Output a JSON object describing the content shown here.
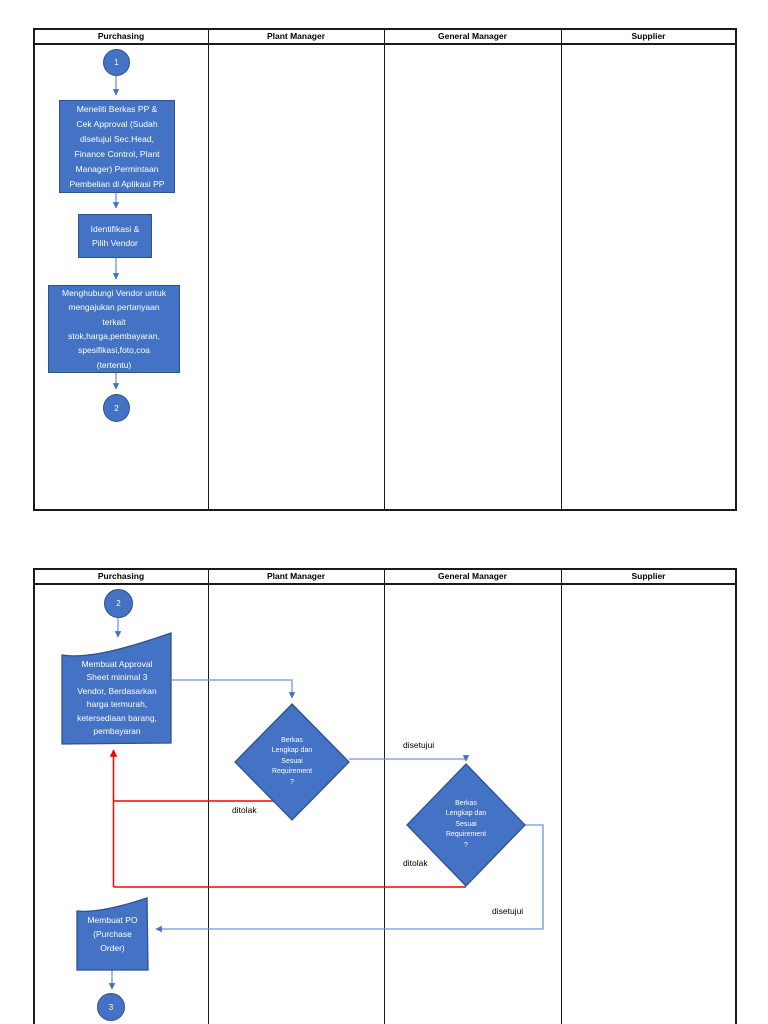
{
  "lanes": [
    "Purchasing",
    "Plant Manager",
    "General Manager",
    "Supplier"
  ],
  "colors": {
    "shape_fill": "#4472C4",
    "shape_border": "#2F528F",
    "connector_blue": "#7294D8",
    "connector_red": "#FF0000",
    "shape_text": "#FFFFFF",
    "header_text": "#000000",
    "table_border": "#1A1A1A"
  },
  "page1": {
    "start_connector": "1",
    "steps": [
      {
        "text": "Meneliti Berkas PP &\nCek Approval  (Sudah\ndisetujui Sec.Head,\nFinance Control, Plant\nManager) Permintaan\nPembelian di Aplikasi PP"
      },
      {
        "text": "Identifikasi &\nPilih Vendor"
      },
      {
        "text": "Menghubungi Vendor untuk\nmengajukan pertanyaan\nterkait\nstok,harga,pembayaran,\nspesifikasi,foto,coa\n(tertentu)"
      }
    ],
    "end_connector": "2"
  },
  "page2": {
    "start_connector": "2",
    "approval_sheet": "Membuat Approval\nSheet minimal 3\nVendor, Berdasarkan\nharga termurah,\nketersediaan barang,\npembayaran",
    "decision_plant": "Berkas\nLengkap dan\nSesuai\nRequirement\n?",
    "decision_gm": "Berkas\nLengkap dan\nSesuai\nRequirement\n?",
    "po": "Membuat PO\n(Purchase\nOrder)",
    "labels": {
      "disetujui_plant": "disetujui",
      "ditolak_plant": "ditolak",
      "ditolak_gm": "ditolak",
      "disetujui_gm": "disetujui"
    },
    "end_connector": "3"
  }
}
